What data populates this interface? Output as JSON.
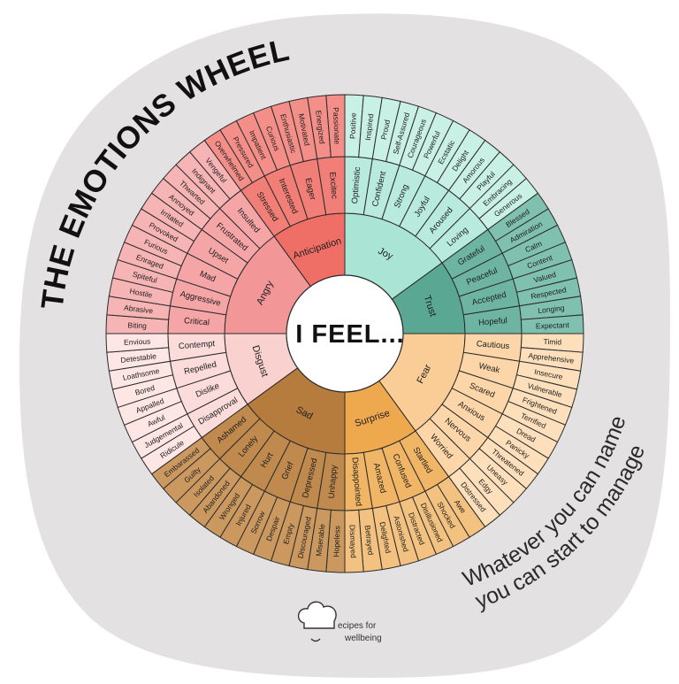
{
  "title": "THE EMOTIONS WHEEL",
  "center": "I FEEL...",
  "tagline": [
    "Whatever you can name",
    "you can start to manage"
  ],
  "logo": {
    "line1": "ecipes for",
    "line2": "wellbeing"
  },
  "colors": {
    "background_blob": "#e3e1e2",
    "center": "#ffffff",
    "outline": "#2b2b2b",
    "text": "#1e1e1e"
  },
  "wheel": [
    {
      "name": "Joy",
      "core_color": "#a9e4d4",
      "mid_color": "#b8eadd",
      "outer_color": "#c9f0e5",
      "secondary": [
        {
          "name": "Optimistic",
          "tertiary": [
            "Positive",
            "Inspired"
          ]
        },
        {
          "name": "Confident",
          "tertiary": [
            "Proud",
            "Self-Assured"
          ]
        },
        {
          "name": "Strong",
          "tertiary": [
            "Courageous",
            "Powerful"
          ]
        },
        {
          "name": "Joyful",
          "tertiary": [
            "Ecstatic",
            "Delight"
          ]
        },
        {
          "name": "Aroused",
          "tertiary": [
            "Amorous",
            "Playful"
          ]
        },
        {
          "name": "Loving",
          "tertiary": [
            "Embracing",
            "Generous"
          ]
        }
      ]
    },
    {
      "name": "Trust",
      "core_color": "#5aa894",
      "mid_color": "#6db5a2",
      "outer_color": "#7fc0ae",
      "secondary": [
        {
          "name": "Grateful",
          "tertiary": [
            "Blessed",
            "Admiration"
          ]
        },
        {
          "name": "Peaceful",
          "tertiary": [
            "Calm",
            "Content"
          ]
        },
        {
          "name": "Accepted",
          "tertiary": [
            "Valued",
            "Respected"
          ]
        },
        {
          "name": "Hopeful",
          "tertiary": [
            "Longing",
            "Expectant"
          ]
        }
      ]
    },
    {
      "name": "Fear",
      "core_color": "#fbcd96",
      "mid_color": "#fcd6a8",
      "outer_color": "#fde0bb",
      "secondary": [
        {
          "name": "Cautious",
          "tertiary": [
            "Timid",
            "Apprehensive"
          ]
        },
        {
          "name": "Weak",
          "tertiary": [
            "Insecure",
            "Vulnerable"
          ]
        },
        {
          "name": "Scared",
          "tertiary": [
            "Frightened",
            "Terrified"
          ]
        },
        {
          "name": "Anxious",
          "tertiary": [
            "Dread",
            "Panicky"
          ]
        },
        {
          "name": "Nervous",
          "tertiary": [
            "Threatened",
            "Uneasy"
          ]
        },
        {
          "name": "Worried",
          "tertiary": [
            "Edgy",
            "Distressed"
          ]
        }
      ]
    },
    {
      "name": "Surprise",
      "core_color": "#eea94e",
      "mid_color": "#f1b566",
      "outer_color": "#f4c280",
      "secondary": [
        {
          "name": "Startled",
          "tertiary": [
            "Awe",
            "Shocked"
          ]
        },
        {
          "name": "Confused",
          "tertiary": [
            "Disillusioned",
            "Distracted"
          ]
        },
        {
          "name": "Amazed",
          "tertiary": [
            "Astonished",
            "Delighted"
          ]
        },
        {
          "name": "Disappointed",
          "tertiary": [
            "Betrayed",
            "Dismayed"
          ]
        }
      ]
    },
    {
      "name": "Sad",
      "core_color": "#b57c3d",
      "mid_color": "#c08a4e",
      "outer_color": "#cb9960",
      "secondary": [
        {
          "name": "Unhappy",
          "tertiary": [
            "Hopeless",
            "Miserable"
          ]
        },
        {
          "name": "Depressed",
          "tertiary": [
            "Discouraged",
            "Empty"
          ]
        },
        {
          "name": "Grief",
          "tertiary": [
            "Despair",
            "Sorrow"
          ]
        },
        {
          "name": "Hurt",
          "tertiary": [
            "Injured",
            "Wronged"
          ]
        },
        {
          "name": "Lonely",
          "tertiary": [
            "Abandoned",
            "Isolated"
          ]
        },
        {
          "name": "Ashamed",
          "tertiary": [
            "Guilty",
            "Embarassed"
          ]
        }
      ]
    },
    {
      "name": "Disgust",
      "core_color": "#f9d2cf",
      "mid_color": "#fbdcda",
      "outer_color": "#fde6e4",
      "secondary": [
        {
          "name": "Disapproval",
          "tertiary": [
            "Ridicule",
            "Judgemental"
          ]
        },
        {
          "name": "Dislike",
          "tertiary": [
            "Awful",
            "Appalled"
          ]
        },
        {
          "name": "Repelled",
          "tertiary": [
            "Bored",
            "Loathsome"
          ]
        },
        {
          "name": "Contempt",
          "tertiary": [
            "Detestable",
            "Envious"
          ]
        }
      ]
    },
    {
      "name": "Angry",
      "core_color": "#f39697",
      "mid_color": "#f5a5a6",
      "outer_color": "#f7b4b5",
      "secondary": [
        {
          "name": "Critical",
          "tertiary": [
            "Biting",
            "Abrasive"
          ]
        },
        {
          "name": "Aggressive",
          "tertiary": [
            "Hostile",
            "Spiteful"
          ]
        },
        {
          "name": "Mad",
          "tertiary": [
            "Enraged",
            "Furious"
          ]
        },
        {
          "name": "Upset",
          "tertiary": [
            "Provoked",
            "Irritated"
          ]
        },
        {
          "name": "Frustrated",
          "tertiary": [
            "Annoyed",
            "Thwarted"
          ]
        },
        {
          "name": "Insulted",
          "tertiary": [
            "Indignant",
            "Vengeful"
          ]
        }
      ]
    },
    {
      "name": "Anticipation",
      "core_color": "#ef6f67",
      "mid_color": "#f17f78",
      "outer_color": "#f38f88",
      "secondary": [
        {
          "name": "Stressed",
          "tertiary": [
            "Overwhelmed",
            "Pressured"
          ]
        },
        {
          "name": "Interested",
          "tertiary": [
            "Impatient",
            "Curious"
          ]
        },
        {
          "name": "Eager",
          "tertiary": [
            "Enthusiastic",
            "Motivated"
          ]
        },
        {
          "name": "Excitec",
          "tertiary": [
            "Energized",
            "Passionate"
          ]
        }
      ]
    }
  ]
}
